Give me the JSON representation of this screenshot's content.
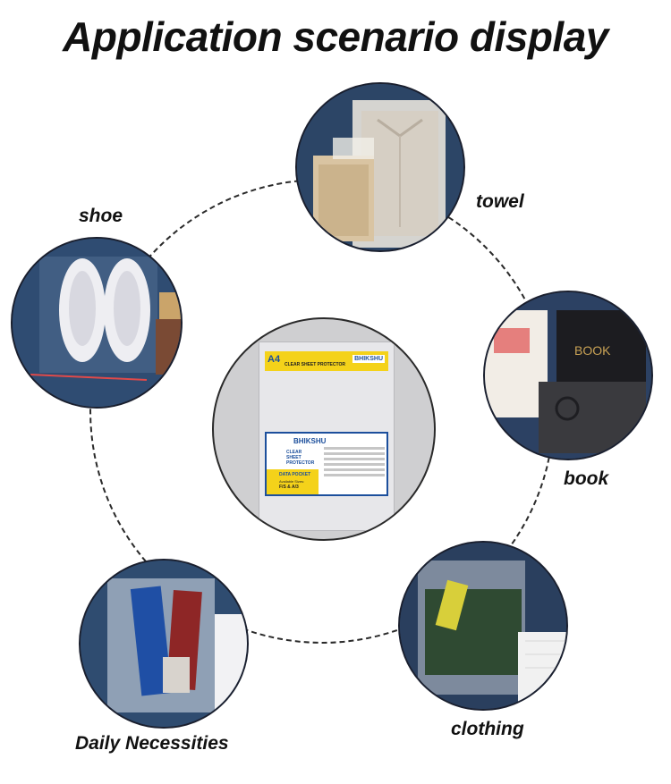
{
  "title": "Application scenario display",
  "labels": {
    "towel": "towel",
    "shoe": "shoe",
    "book": "book",
    "daily": "Daily Necessities",
    "clothing": "clothing"
  },
  "product": {
    "size": "A4",
    "header_text": "CLEAR SHEET PROTECTOR",
    "brand": "BHIKSHU",
    "panel_title": "CLEAR SHEET PROTECTOR",
    "pocket_title": "DATA POCKET",
    "pocket_sub": "Available Sizes:",
    "pocket_sizes": "F/S & A/3"
  },
  "colors": {
    "bag_blue": "#2e4a6e",
    "product_bg": "#cfcfd1",
    "yellow": "#f4d21a",
    "brand_blue": "#1c4f9c"
  }
}
